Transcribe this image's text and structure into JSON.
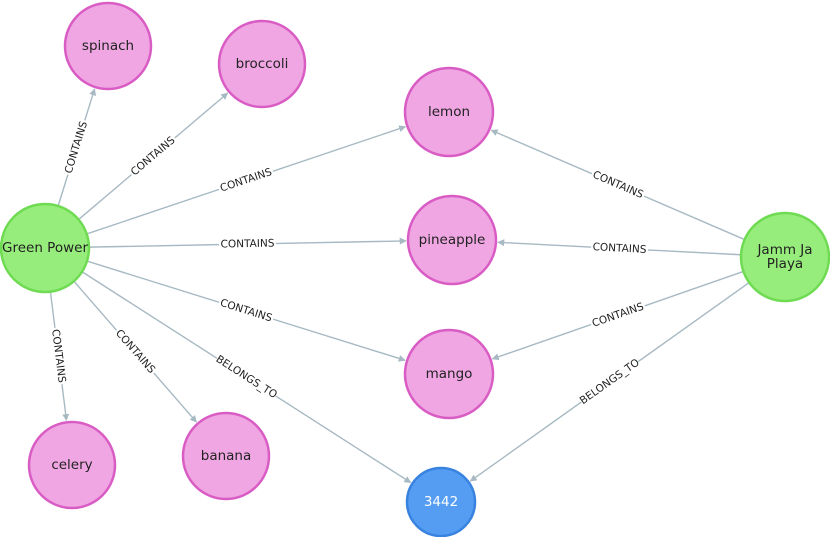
{
  "colors": {
    "ingredient_fill": "#f0a6e3",
    "ingredient_stroke": "#d95cc4",
    "recipe_fill": "#97ed7b",
    "recipe_stroke": "#6fdb53",
    "id_fill": "#559df2",
    "id_stroke": "#3883e0",
    "edge": "#a7b9c2"
  },
  "nodes": [
    {
      "id": "spinach",
      "label": "spinach",
      "type": "ingredient"
    },
    {
      "id": "broccoli",
      "label": "broccoli",
      "type": "ingredient"
    },
    {
      "id": "lemon",
      "label": "lemon",
      "type": "ingredient"
    },
    {
      "id": "pineapple",
      "label": "pineapple",
      "type": "ingredient"
    },
    {
      "id": "mango",
      "label": "mango",
      "type": "ingredient"
    },
    {
      "id": "celery",
      "label": "celery",
      "type": "ingredient"
    },
    {
      "id": "banana",
      "label": "banana",
      "type": "ingredient"
    },
    {
      "id": "green_power",
      "label": "Green Power",
      "type": "recipe"
    },
    {
      "id": "jamm",
      "label": "Jamm Ja\nPlaya",
      "type": "recipe"
    },
    {
      "id": "n3442",
      "label": "3442",
      "type": "id"
    }
  ],
  "edges": [
    {
      "from": "green_power",
      "to": "spinach",
      "label": "CONTAINS"
    },
    {
      "from": "green_power",
      "to": "broccoli",
      "label": "CONTAINS"
    },
    {
      "from": "green_power",
      "to": "lemon",
      "label": "CONTAINS"
    },
    {
      "from": "green_power",
      "to": "pineapple",
      "label": "CONTAINS"
    },
    {
      "from": "green_power",
      "to": "mango",
      "label": "CONTAINS"
    },
    {
      "from": "green_power",
      "to": "celery",
      "label": "CONTAINS"
    },
    {
      "from": "green_power",
      "to": "banana",
      "label": "CONTAINS"
    },
    {
      "from": "green_power",
      "to": "n3442",
      "label": "BELONGS_TO"
    },
    {
      "from": "jamm",
      "to": "lemon",
      "label": "CONTAINS"
    },
    {
      "from": "jamm",
      "to": "pineapple",
      "label": "CONTAINS"
    },
    {
      "from": "jamm",
      "to": "mango",
      "label": "CONTAINS"
    },
    {
      "from": "jamm",
      "to": "n3442",
      "label": "BELONGS_TO"
    }
  ]
}
